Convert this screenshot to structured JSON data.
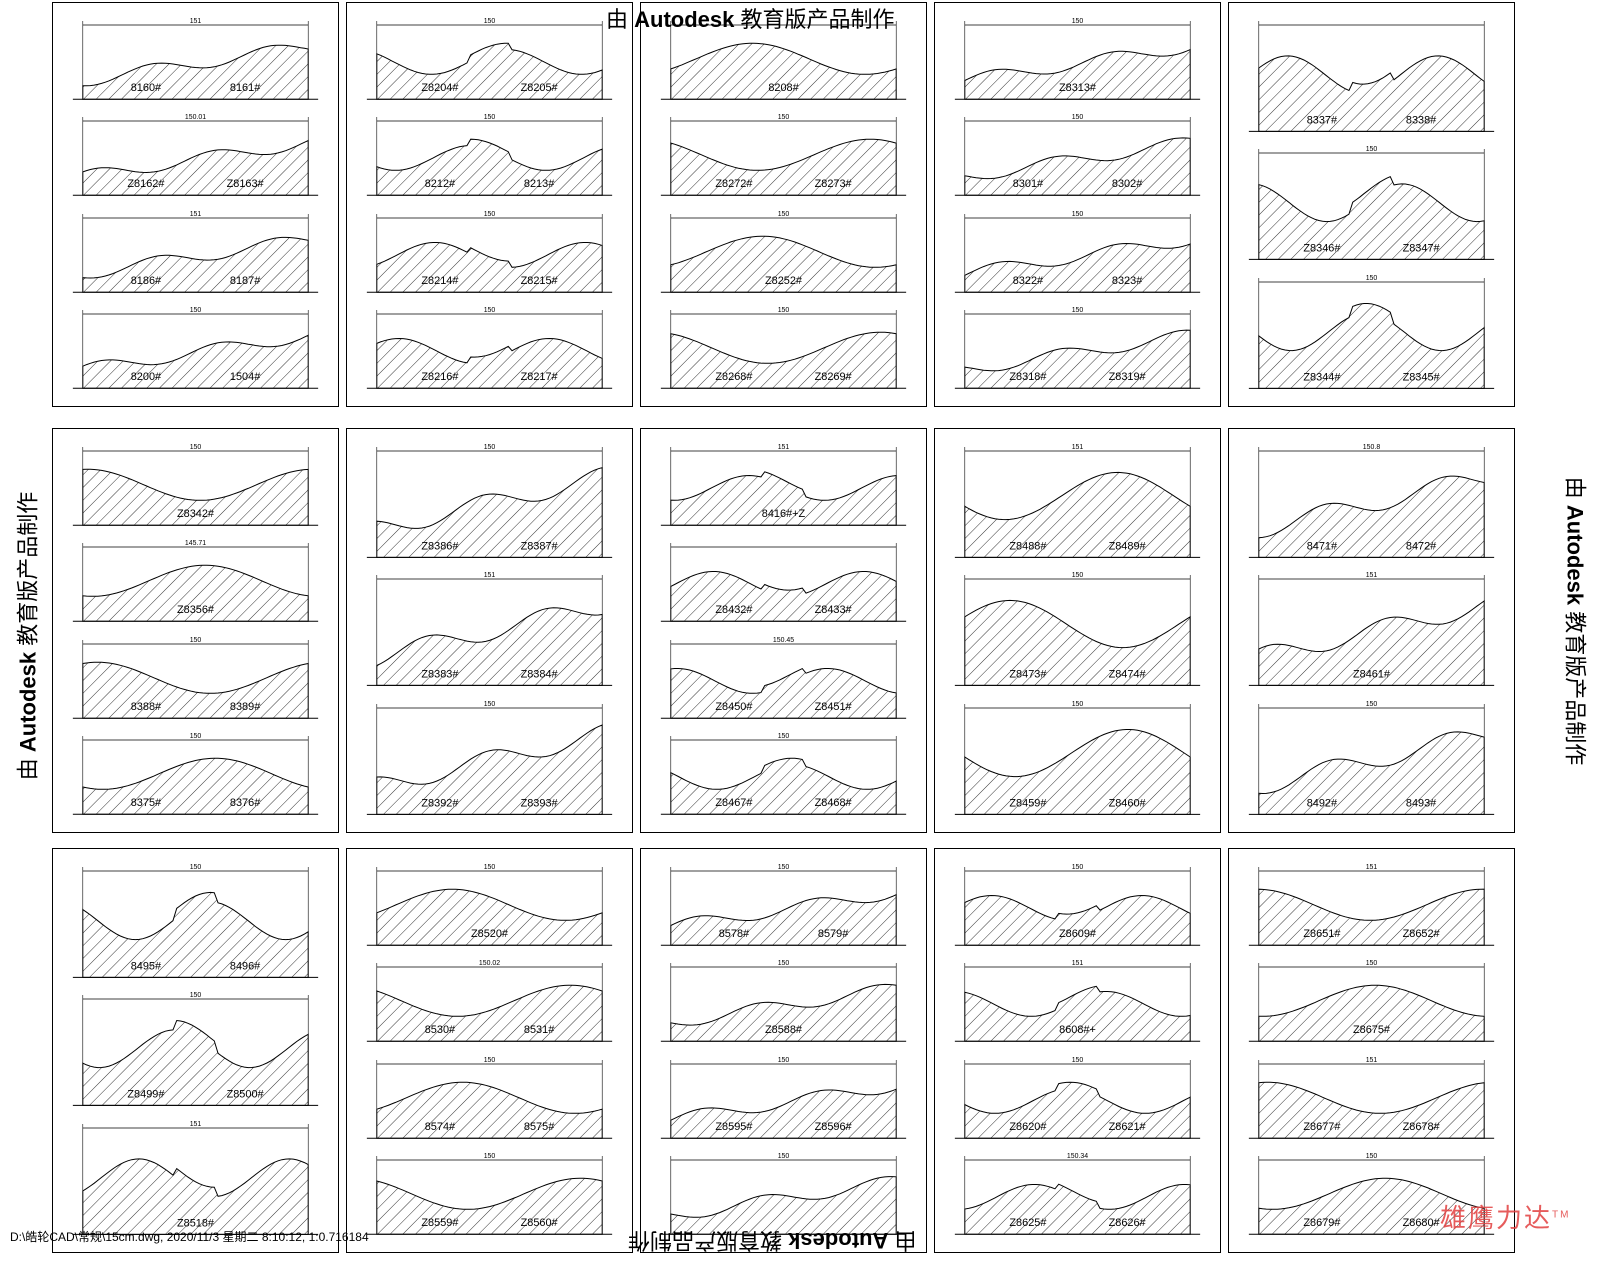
{
  "watermark": {
    "prefix": "由",
    "brand": "Autodesk",
    "suffix": "教育版产品制作"
  },
  "footer": "D:\\皓轮CAD\\常规\\15cm.dwg, 2020/11/3 星期二 8:10:12, 1:0.716184",
  "logo": {
    "text": "雄鹰力达",
    "tm": "TM"
  },
  "panels": [
    {
      "profiles": [
        {
          "width": "151",
          "labels": [
            "8160#",
            "8161#"
          ]
        },
        {
          "width": "150.01",
          "labels": [
            "Z8162#",
            "Z8163#"
          ]
        },
        {
          "width": "151",
          "labels": [
            "8186#",
            "8187#"
          ]
        },
        {
          "width": "150",
          "labels": [
            "8200#",
            "1504#"
          ]
        }
      ]
    },
    {
      "profiles": [
        {
          "width": "150",
          "labels": [
            "Z8204#",
            "Z8205#"
          ]
        },
        {
          "width": "150",
          "labels": [
            "8212#",
            "8213#"
          ]
        },
        {
          "width": "150",
          "labels": [
            "Z8214#",
            "Z8215#"
          ]
        },
        {
          "width": "150",
          "labels": [
            "Z8216#",
            "Z8217#"
          ]
        }
      ]
    },
    {
      "profiles": [
        {
          "width": "",
          "labels": [
            "8208#"
          ]
        },
        {
          "width": "150",
          "labels": [
            "Z8272#",
            "Z8273#"
          ]
        },
        {
          "width": "150",
          "labels": [
            "Z8252#"
          ]
        },
        {
          "width": "150",
          "labels": [
            "Z8268#",
            "Z8269#"
          ]
        }
      ]
    },
    {
      "profiles": [
        {
          "width": "150",
          "labels": [
            "Z8313#"
          ]
        },
        {
          "width": "150",
          "labels": [
            "8301#",
            "8302#"
          ]
        },
        {
          "width": "150",
          "labels": [
            "8322#",
            "8323#"
          ]
        },
        {
          "width": "150",
          "labels": [
            "Z8318#",
            "Z8319#"
          ]
        }
      ]
    },
    {
      "profiles": [
        {
          "width": "",
          "labels": [
            "8337#",
            "8338#"
          ]
        },
        {
          "width": "150",
          "labels": [
            "Z8346#",
            "Z8347#"
          ]
        },
        {
          "width": "150",
          "labels": [
            "Z8344#",
            "Z8345#"
          ]
        }
      ]
    },
    {
      "profiles": [
        {
          "width": "150",
          "labels": [
            "Z8342#"
          ]
        },
        {
          "width": "145.71",
          "labels": [
            "Z8356#"
          ]
        },
        {
          "width": "150",
          "labels": [
            "8388#",
            "8389#"
          ]
        },
        {
          "width": "150",
          "labels": [
            "8375#",
            "8376#"
          ]
        }
      ]
    },
    {
      "profiles": [
        {
          "width": "150",
          "labels": [
            "Z8386#",
            "Z8387#"
          ]
        },
        {
          "width": "151",
          "labels": [
            "Z8383#",
            "Z8384#"
          ]
        },
        {
          "width": "150",
          "labels": [
            "Z8392#",
            "Z8393#"
          ]
        }
      ]
    },
    {
      "profiles": [
        {
          "width": "151",
          "labels": [
            "8416#+Z"
          ]
        },
        {
          "width": "",
          "labels": [
            "Z8432#",
            "Z8433#"
          ]
        },
        {
          "width": "150.45",
          "labels": [
            "Z8450#",
            "Z8451#"
          ]
        },
        {
          "width": "150",
          "labels": [
            "Z8467#",
            "Z8468#"
          ]
        }
      ]
    },
    {
      "profiles": [
        {
          "width": "151",
          "labels": [
            "Z8488#",
            "Z8489#"
          ]
        },
        {
          "width": "150",
          "labels": [
            "Z8473#",
            "Z8474#"
          ]
        },
        {
          "width": "150",
          "labels": [
            "Z8459#",
            "Z8460#"
          ]
        }
      ]
    },
    {
      "profiles": [
        {
          "width": "150.8",
          "labels": [
            "8471#",
            "8472#"
          ]
        },
        {
          "width": "151",
          "labels": [
            "Z8461#"
          ]
        },
        {
          "width": "150",
          "labels": [
            "8492#",
            "8493#"
          ]
        }
      ]
    },
    {
      "profiles": [
        {
          "width": "150",
          "labels": [
            "8495#",
            "8496#"
          ]
        },
        {
          "width": "150",
          "labels": [
            "Z8499#",
            "Z8500#"
          ]
        },
        {
          "width": "151",
          "labels": [
            "Z8518#"
          ]
        }
      ]
    },
    {
      "profiles": [
        {
          "width": "150",
          "labels": [
            "Z8520#"
          ]
        },
        {
          "width": "150.02",
          "labels": [
            "8530#",
            "8531#"
          ]
        },
        {
          "width": "150",
          "labels": [
            "8574#",
            "8575#"
          ]
        },
        {
          "width": "150",
          "labels": [
            "Z8559#",
            "Z8560#"
          ]
        }
      ]
    },
    {
      "profiles": [
        {
          "width": "150",
          "labels": [
            "8578#",
            "8579#"
          ]
        },
        {
          "width": "150",
          "labels": [
            "Z8588#"
          ]
        },
        {
          "width": "150",
          "labels": [
            "Z8595#",
            "Z8596#"
          ]
        },
        {
          "width": "150",
          "labels": []
        }
      ]
    },
    {
      "profiles": [
        {
          "width": "150",
          "labels": [
            "Z8609#"
          ]
        },
        {
          "width": "151",
          "labels": [
            "8608#+"
          ]
        },
        {
          "width": "150",
          "labels": [
            "Z8620#",
            "Z8621#"
          ]
        },
        {
          "width": "150.34",
          "labels": [
            "Z8625#",
            "Z8626#"
          ]
        }
      ]
    },
    {
      "profiles": [
        {
          "width": "151",
          "labels": [
            "Z8651#",
            "Z8652#"
          ]
        },
        {
          "width": "150",
          "labels": [
            "Z8675#"
          ]
        },
        {
          "width": "151",
          "labels": [
            "Z8677#",
            "Z8678#"
          ]
        },
        {
          "width": "150",
          "labels": [
            "Z8679#",
            "Z8680#"
          ]
        }
      ]
    }
  ]
}
